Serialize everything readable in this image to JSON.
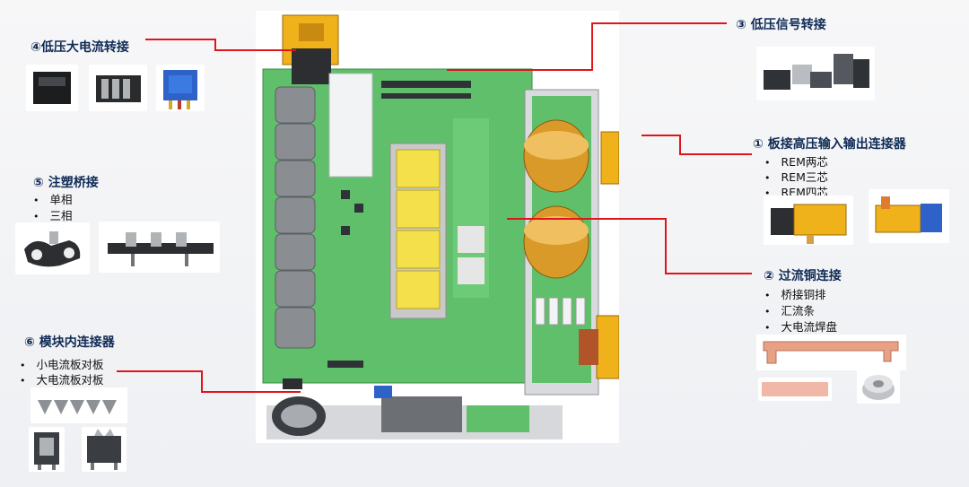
{
  "labels": {
    "c3": "③ 低压信号转接",
    "c4": "④低压大电流转接",
    "c1": "① 板接高压输入输出连接器",
    "c1_items": [
      "REM两芯",
      "REM三芯",
      "REM四芯"
    ],
    "c5": "⑤ 注塑桥接",
    "c5_items": [
      "单相",
      "三相"
    ],
    "c2": "② 过流铜连接",
    "c2_items": [
      "桥接铜排",
      "汇流条",
      "大电流焊盘"
    ],
    "c6": "⑥ 模块内连接器",
    "c6_items": [
      "小电流板对板",
      "大电流板对板"
    ]
  },
  "colors": {
    "leader": "#e0141b",
    "board_green": "#5fbf6a",
    "capacitor": "#8a8d92",
    "transformer": "#d99a2a",
    "connector_yellow": "#f0b21b",
    "connector_blue": "#2f62c8",
    "copper": "#e8a184"
  }
}
